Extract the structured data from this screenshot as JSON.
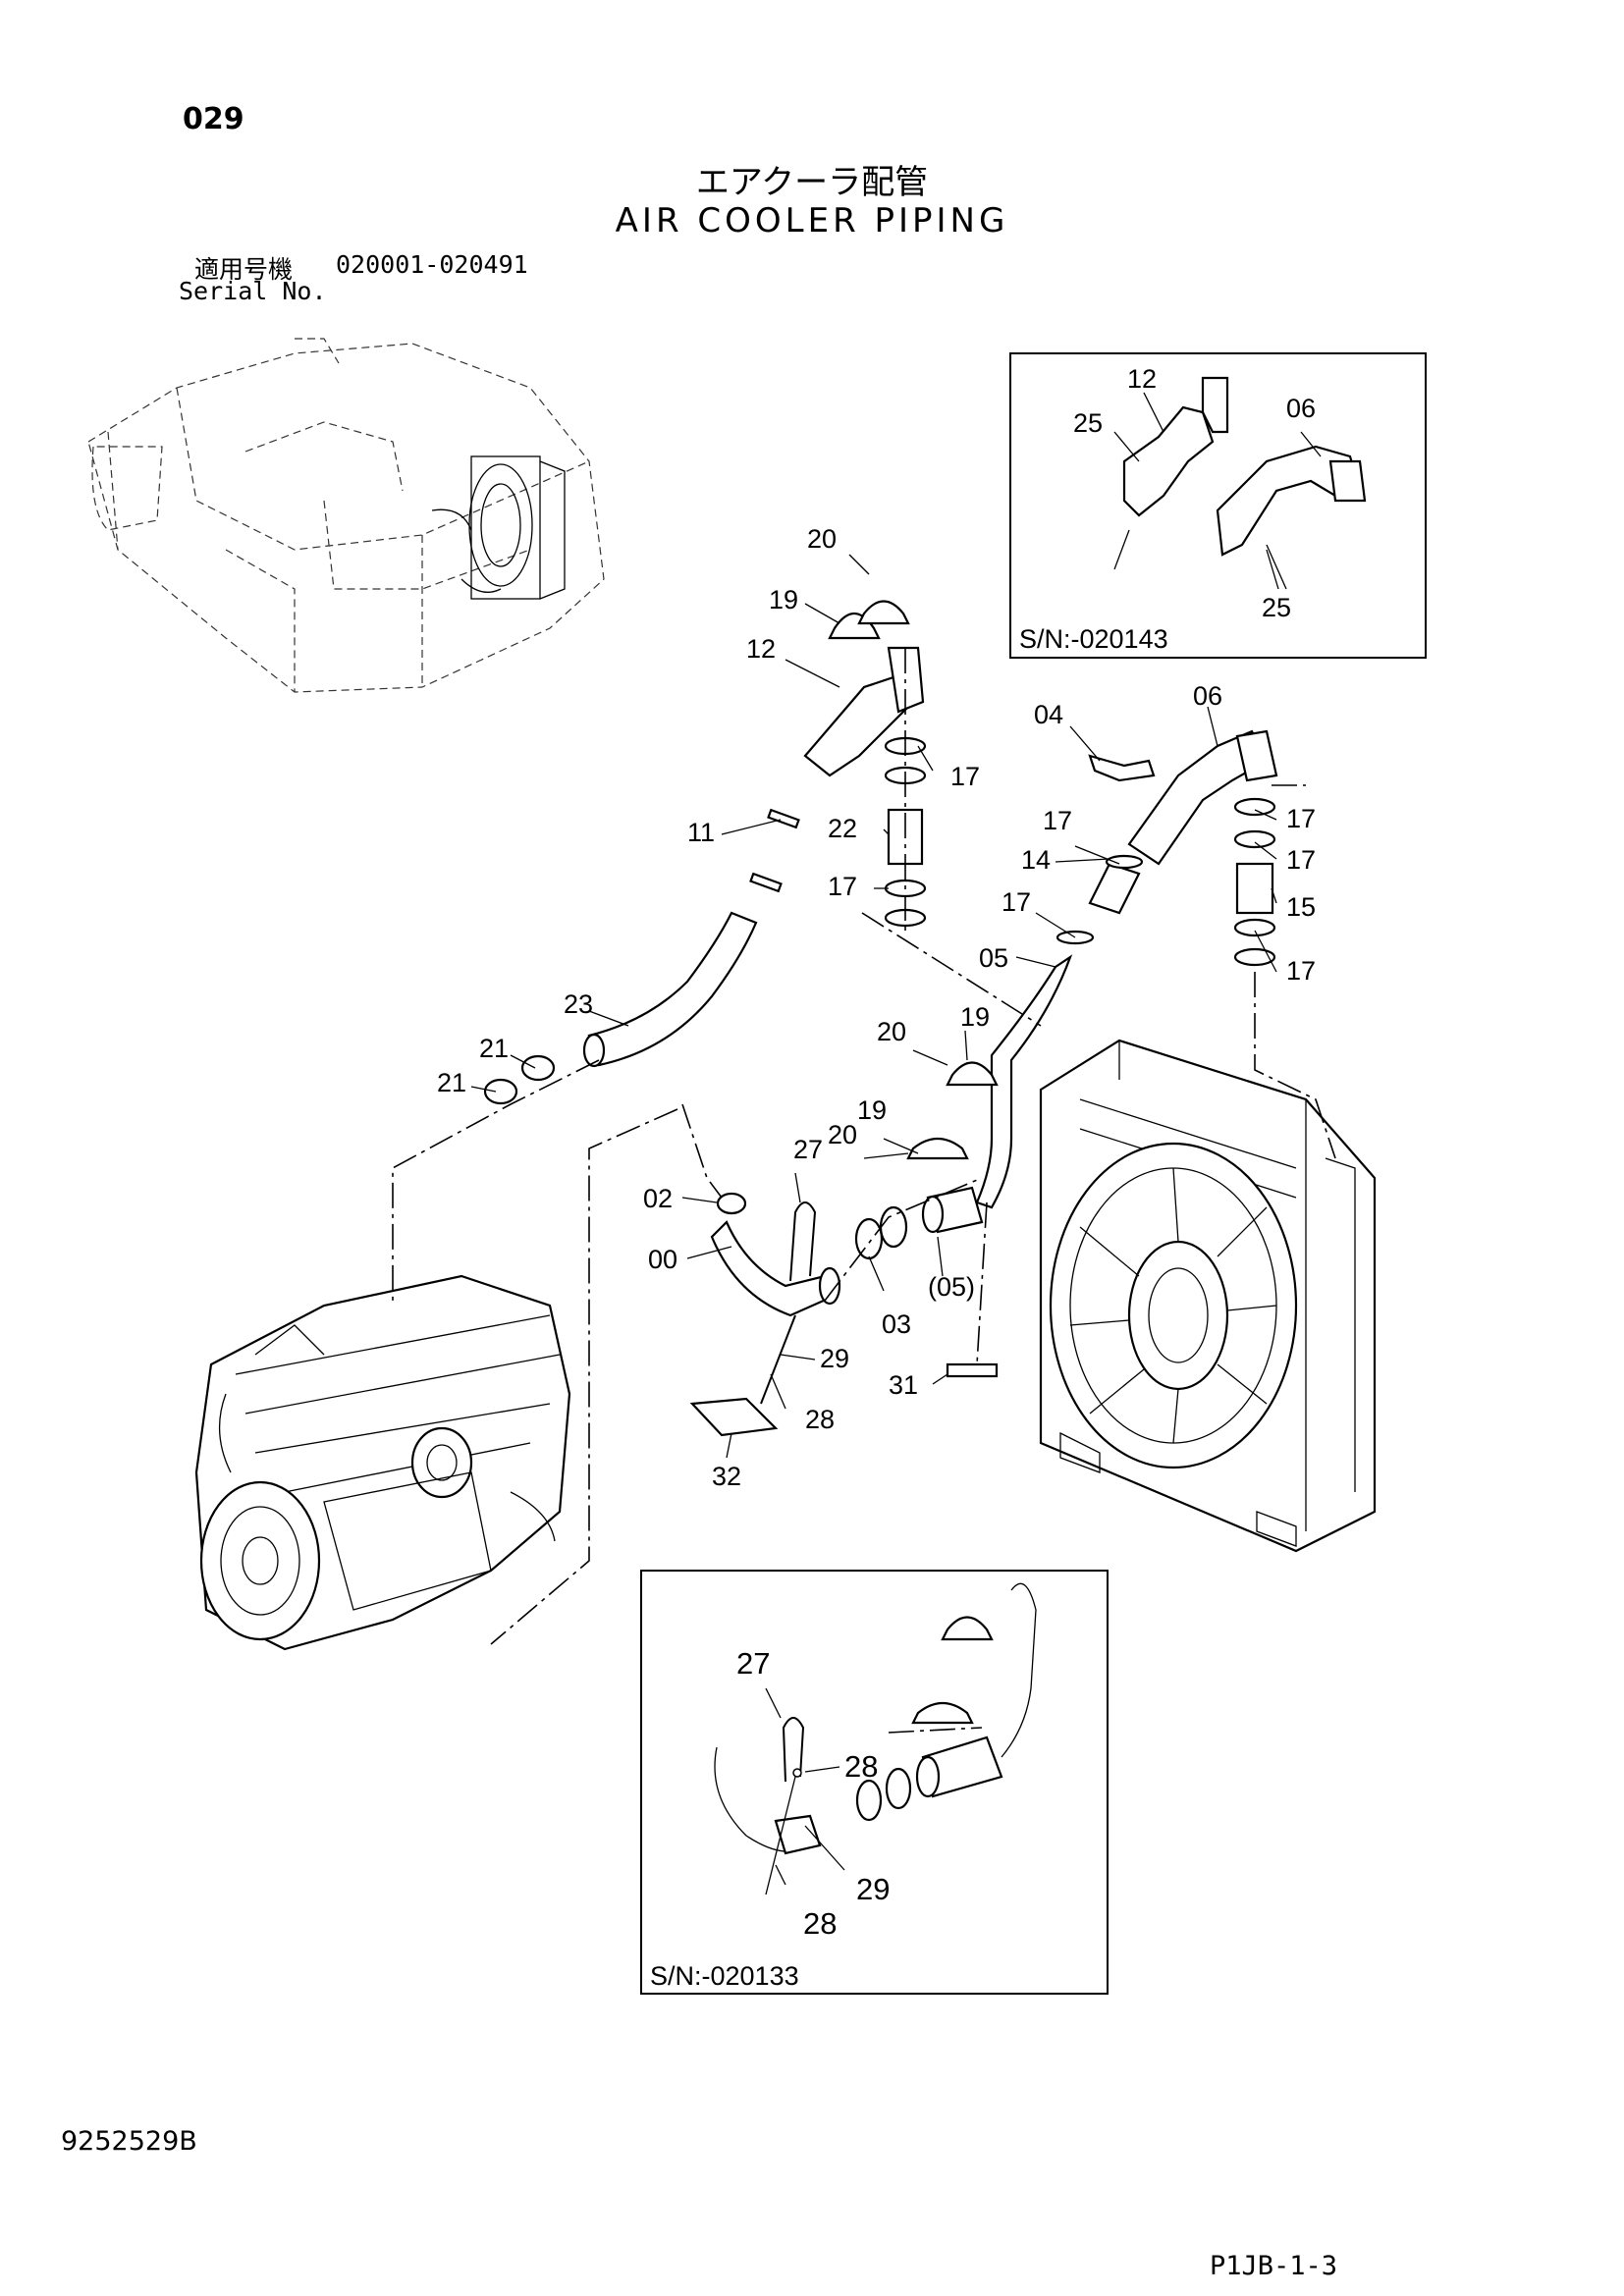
{
  "header": {
    "page_number": "029",
    "title_jp": "エアクーラ配管",
    "title_en": "AIR COOLER PIPING",
    "serial_label_jp": "適用号機",
    "serial_range": "020001-020491",
    "serial_label_en": "Serial No."
  },
  "inset_top": {
    "sn_label": "S/N:-020143",
    "callouts": [
      "12",
      "25",
      "06",
      "25"
    ]
  },
  "inset_bottom": {
    "sn_label": "S/N:-020133",
    "callouts": [
      "27",
      "28",
      "29",
      "28"
    ]
  },
  "callouts": {
    "c20a": "20",
    "c19a": "19",
    "c12": "12",
    "c17a": "17",
    "c22": "22",
    "c11": "11",
    "c17b": "17",
    "c23": "23",
    "c21a": "21",
    "c21b": "21",
    "c04": "04",
    "c06": "06",
    "c17c": "17",
    "c17d": "17",
    "c17e": "17",
    "c14": "14",
    "c15": "15",
    "c17f": "17",
    "c17g": "17",
    "c05": "05",
    "c20b": "20",
    "c19b": "19",
    "c19c": "19",
    "c20c": "20",
    "c27": "27",
    "c02": "02",
    "c00": "00",
    "c03": "03",
    "c05p": "(05)",
    "c29": "29",
    "c28": "28",
    "c31": "31",
    "c32": "32"
  },
  "footer": {
    "document_id": "9252529B",
    "page_ref": "P1JB-1-3"
  }
}
